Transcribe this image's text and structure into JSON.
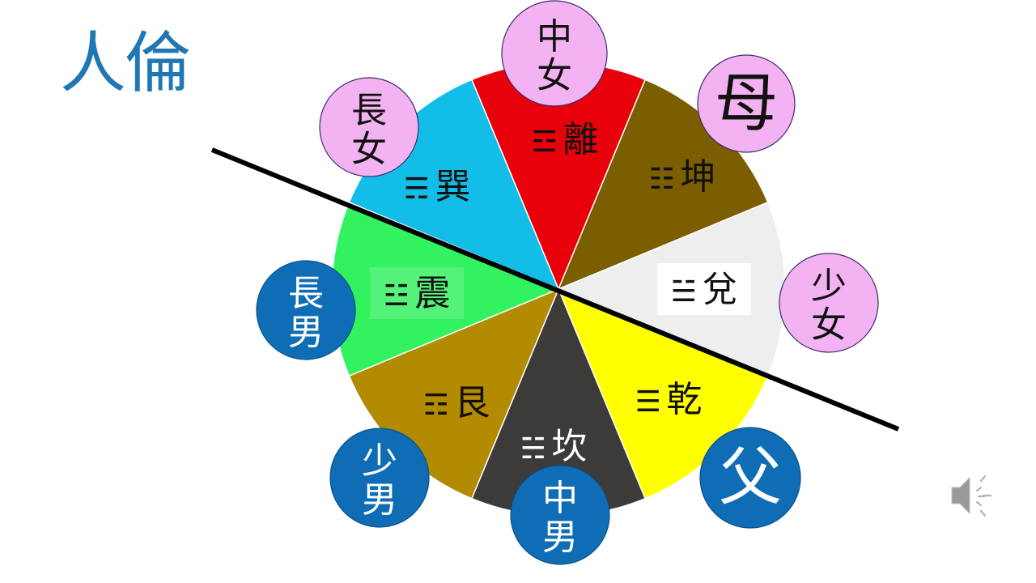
{
  "title": "人倫",
  "colors": {
    "li": "#e8000b",
    "kun": "#7a5e00",
    "dui": "#eeeeee",
    "qian": "#ffff00",
    "kan": "#3d3a3a",
    "gen": "#b38b00",
    "zhen": "#33f25f",
    "xun": "#12bde8",
    "pink": "#f3b2f2",
    "blue": "#0f6db6"
  },
  "sectors": [
    {
      "key": "li",
      "symbol": "☲",
      "name": "離",
      "color": "#e8000b",
      "text_color": "#111111"
    },
    {
      "key": "kun",
      "symbol": "☷",
      "name": "坤",
      "color": "#7a5e00",
      "text_color": "#111111"
    },
    {
      "key": "dui",
      "symbol": "☱",
      "name": "兌",
      "color": "#eeeeee",
      "text_color": "#111111",
      "label_box": true
    },
    {
      "key": "qian",
      "symbol": "☰",
      "name": "乾",
      "color": "#ffff00",
      "text_color": "#111111"
    },
    {
      "key": "kan",
      "symbol": "☵",
      "name": "坎",
      "color": "#3d3a3a",
      "text_color": "#ffffff"
    },
    {
      "key": "gen",
      "symbol": "☶",
      "name": "艮",
      "color": "#b38b00",
      "text_color": "#111111"
    },
    {
      "key": "zhen",
      "symbol": "☳",
      "name": "震",
      "color": "#33f25f",
      "text_color": "#111111",
      "label_box": true
    },
    {
      "key": "xun",
      "symbol": "☴",
      "name": "巽",
      "color": "#12bde8",
      "text_color": "#111111"
    }
  ],
  "roles": [
    {
      "key": "li",
      "line1": "中",
      "line2": "女",
      "style": "pink"
    },
    {
      "key": "kun",
      "line1": "母",
      "line2": "",
      "style": "pink"
    },
    {
      "key": "dui",
      "line1": "少",
      "line2": "女",
      "style": "pink"
    },
    {
      "key": "qian",
      "line1": "父",
      "line2": "",
      "style": "blue"
    },
    {
      "key": "kan",
      "line1": "中",
      "line2": "男",
      "style": "blue"
    },
    {
      "key": "gen",
      "line1": "少",
      "line2": "男",
      "style": "blue"
    },
    {
      "key": "zhen",
      "line1": "長",
      "line2": "男",
      "style": "blue"
    },
    {
      "key": "xun",
      "line1": "長",
      "line2": "女",
      "style": "pink"
    }
  ],
  "divider_line": {
    "color": "#000000"
  },
  "speaker_icon": "speaker-icon"
}
